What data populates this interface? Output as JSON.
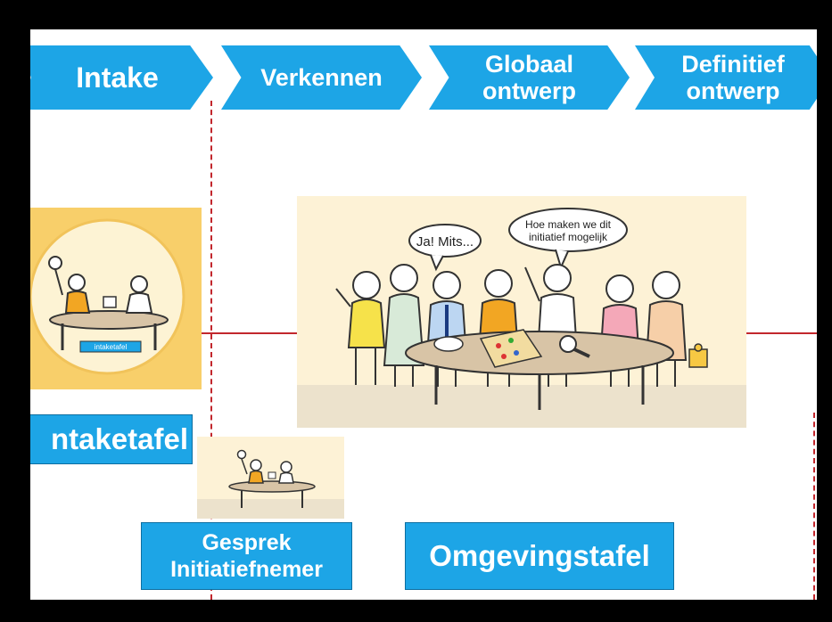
{
  "phases": [
    {
      "lines": [
        "Intake"
      ]
    },
    {
      "lines": [
        "Verkennen"
      ]
    },
    {
      "lines": [
        "Globaal",
        "ontwerp"
      ]
    },
    {
      "lines": [
        "Definitief",
        "ontwerp"
      ]
    }
  ],
  "labels": {
    "intaketafel": "ntaketafel",
    "gesprek_line1": "Gesprek",
    "gesprek_line2": "Initiatiefnemer",
    "omgevingstafel": "Omgevingstafel"
  },
  "illustration_text": {
    "intake_table_sign": "intaketafel",
    "bubble_left": "Ja! Mits...",
    "bubble_right_line1": "Hoe maken we dit",
    "bubble_right_line2": "initiatief mogelijk"
  },
  "colors": {
    "accent": "#1da5e6",
    "divider": "#c2272d",
    "intake_bg": "#f8cf6a",
    "scene_bg": "#fdf2d6",
    "table": "#d8c4a6"
  },
  "icons": [
    "lightbulb-icon",
    "magnifier-icon",
    "puzzle-piece-icon"
  ]
}
